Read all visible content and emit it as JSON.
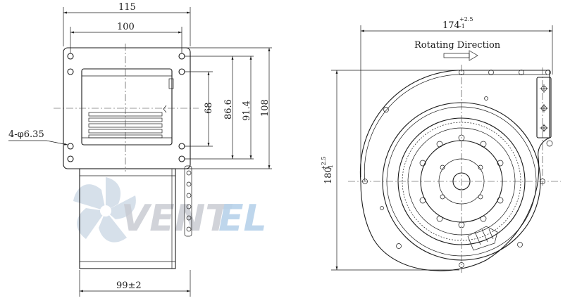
{
  "dimensions": {
    "width_115": "115",
    "width_100": "100",
    "height_68": "68",
    "height_86_6": "86.6",
    "height_91_4": "91.4",
    "height_108": "108",
    "holes": "4-φ6.35",
    "depth": "99±2",
    "width_174": "174",
    "width_174_tol": "+2.5",
    "width_174_tol_low": "-1",
    "height_180": "180",
    "height_180_tol": "+2.5",
    "height_180_tol_low": "-1"
  },
  "annotations": {
    "rotating_direction": "Rotating Direction"
  },
  "watermark": {
    "text_a": "VENT",
    "text_b": "EL",
    "color_a": "#c9ccd3",
    "color_b": "#b8d2ea"
  }
}
